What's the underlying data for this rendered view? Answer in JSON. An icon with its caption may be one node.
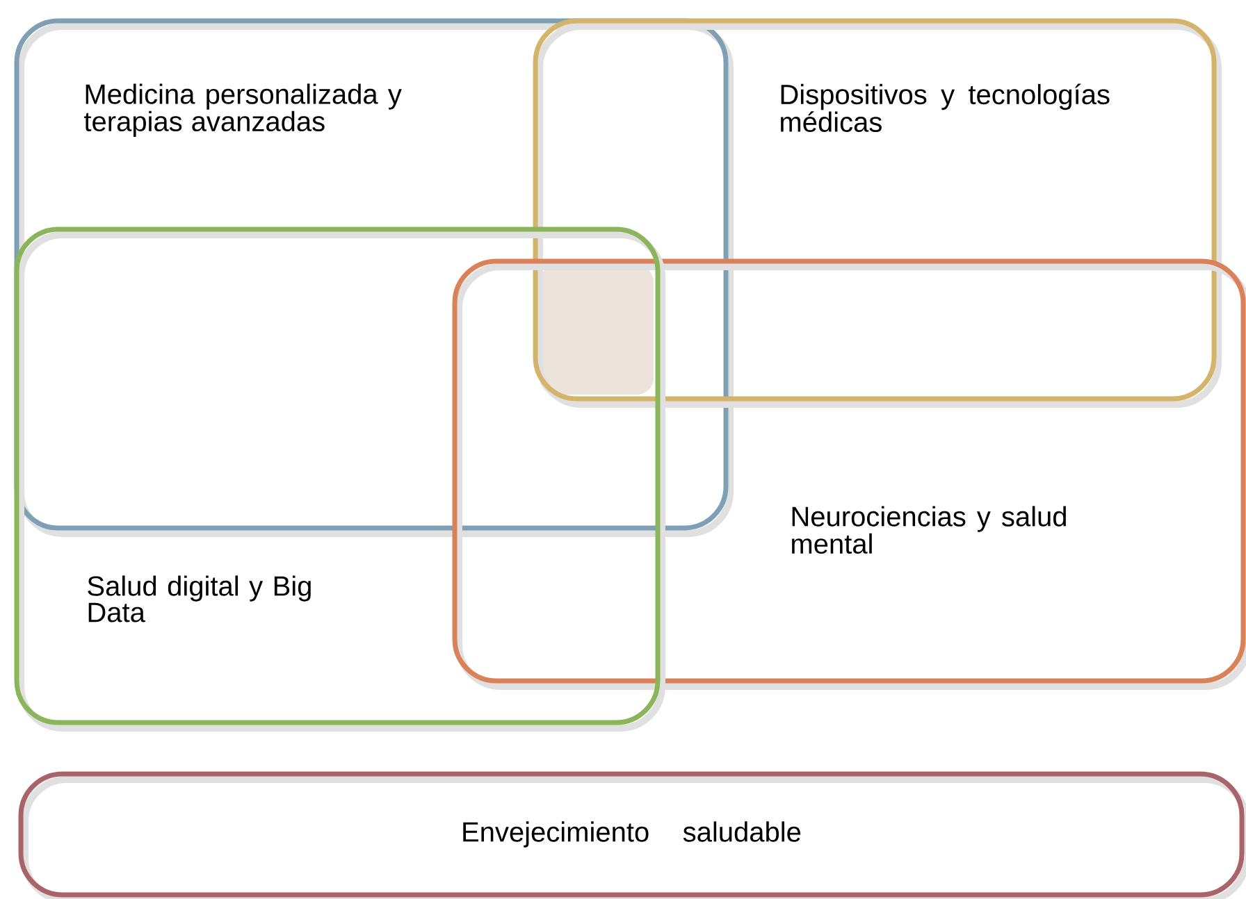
{
  "diagram": {
    "nodes": [
      {
        "text": [
          "Medicina personalizada y terapias avanzadas"
        ]
      },
      {
        "text": [
          "Dispositivos y tecnologías médicas"
        ]
      },
      {
        "text": [
          "Neurociencias y salud mental"
        ]
      },
      {
        "text": [
          "Salud digital y Big Data"
        ]
      },
      {
        "text": [
          "Envejecimiento saludable"
        ]
      }
    ]
  }
}
